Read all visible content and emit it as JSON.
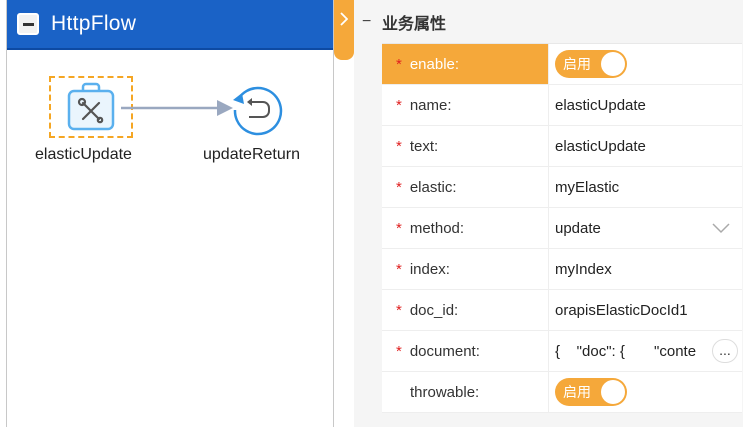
{
  "flow": {
    "title": "HttpFlow",
    "nodes": [
      {
        "label": "elasticUpdate",
        "icon": "tools-bag-icon"
      },
      {
        "label": "updateReturn",
        "icon": "return-arrow-icon"
      }
    ]
  },
  "props": {
    "section_title": "业务属性",
    "collapse_symbol": "−",
    "rows": [
      {
        "key": "enable:",
        "required": "*",
        "type": "toggle",
        "value": "启用"
      },
      {
        "key": "name:",
        "required": "*",
        "type": "text",
        "value": "elasticUpdate"
      },
      {
        "key": "text:",
        "required": "*",
        "type": "text",
        "value": "elasticUpdate"
      },
      {
        "key": "elastic:",
        "required": "*",
        "type": "text",
        "value": "myElastic"
      },
      {
        "key": "method:",
        "required": "*",
        "type": "select",
        "value": "update"
      },
      {
        "key": "index:",
        "required": "*",
        "type": "text",
        "value": "myIndex"
      },
      {
        "key": "doc_id:",
        "required": "*",
        "type": "text",
        "value": "orapisElasticDocId1"
      },
      {
        "key": "document:",
        "required": "*",
        "type": "textarea",
        "value": "{    \"doc\": {       \"conte",
        "more": "..."
      },
      {
        "key": "throwable:",
        "required": "",
        "type": "toggle",
        "value": "启用"
      }
    ]
  },
  "colors": {
    "header_blue": "#1a62c6",
    "accent_orange": "#f5a83a",
    "required_red": "#e02020"
  }
}
